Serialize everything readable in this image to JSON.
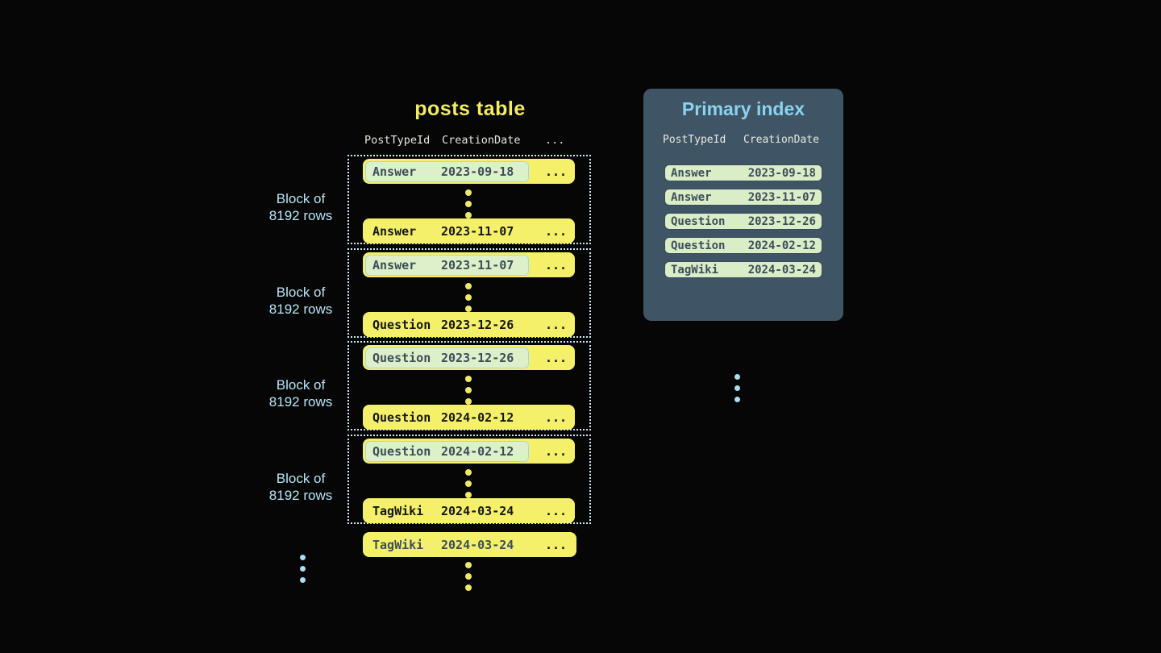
{
  "table": {
    "title": "posts table",
    "columns": {
      "col1": "PostTypeId",
      "col2": "CreationDate",
      "col3": "..."
    },
    "block_label": {
      "line1": "Block of",
      "line2": "8192 rows"
    },
    "blocks": [
      {
        "first": {
          "type": "Answer",
          "date": "2023-09-18"
        },
        "last": {
          "type": "Answer",
          "date": "2023-11-07"
        }
      },
      {
        "first": {
          "type": "Answer",
          "date": "2023-11-07"
        },
        "last": {
          "type": "Question",
          "date": "2023-12-26"
        }
      },
      {
        "first": {
          "type": "Question",
          "date": "2023-12-26"
        },
        "last": {
          "type": "Question",
          "date": "2024-02-12"
        }
      },
      {
        "first": {
          "type": "Question",
          "date": "2024-02-12"
        },
        "last": {
          "type": "TagWiki",
          "date": "2024-03-24"
        }
      }
    ],
    "overflow_row": {
      "type": "TagWiki",
      "date": "2024-03-24"
    },
    "row_ellipsis": "..."
  },
  "primary_index": {
    "title": "Primary index",
    "columns": {
      "col1": "PostTypeId",
      "col2": "CreationDate"
    },
    "rows": [
      {
        "type": "Answer",
        "date": "2023-09-18"
      },
      {
        "type": "Answer",
        "date": "2023-11-07"
      },
      {
        "type": "Question",
        "date": "2023-12-26"
      },
      {
        "type": "Question",
        "date": "2024-02-12"
      },
      {
        "type": "TagWiki",
        "date": "2024-03-24"
      }
    ]
  },
  "colors": {
    "background": "#060606",
    "row_yellow": "#f5f06a",
    "highlight_pill_bg": "#def0ca",
    "highlight_pill_border": "#a6d7e8",
    "dotted_block_border": "#cde9f4",
    "table_title": "#f1ec62",
    "block_label_blue": "#b7e4f6",
    "panel_bg": "#3f5565",
    "panel_title_blue": "#8bd3ee",
    "index_row_bg": "#d9edc6",
    "dark_text": "#3c4e5a",
    "yellow_dot": "#efe968",
    "blue_dot": "#a9def2"
  }
}
